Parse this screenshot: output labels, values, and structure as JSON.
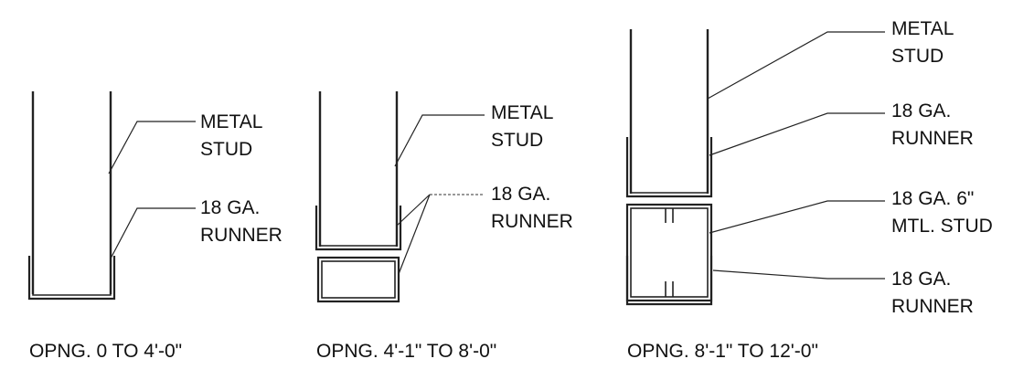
{
  "details": [
    {
      "caption": "OPNG. 0 TO 4'-0\"",
      "labels": [
        {
          "lines": [
            "METAL",
            "STUD"
          ]
        },
        {
          "lines": [
            "18 GA.",
            "RUNNER"
          ]
        }
      ]
    },
    {
      "caption": "OPNG. 4'-1\" TO 8'-0\"",
      "labels": [
        {
          "lines": [
            "METAL",
            "STUD"
          ]
        },
        {
          "lines": [
            "18 GA.",
            "RUNNER"
          ]
        }
      ]
    },
    {
      "caption": "OPNG. 8'-1\" TO 12'-0\"",
      "labels": [
        {
          "lines": [
            "METAL",
            "STUD"
          ]
        },
        {
          "lines": [
            "18 GA.",
            "RUNNER"
          ]
        },
        {
          "lines": [
            "18 GA. 6\"",
            "MTL. STUD"
          ]
        },
        {
          "lines": [
            "18 GA.",
            "RUNNER"
          ]
        }
      ]
    }
  ]
}
